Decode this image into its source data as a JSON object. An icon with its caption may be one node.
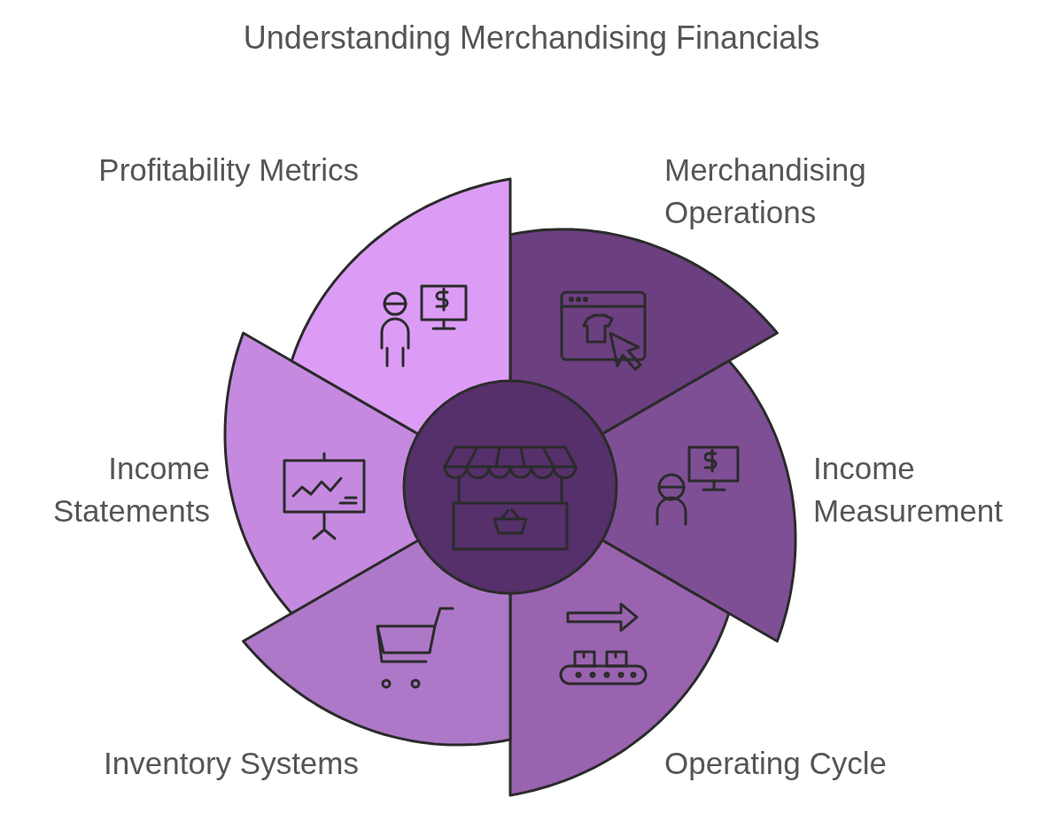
{
  "diagram": {
    "title": "Understanding Merchandising Financials",
    "nodes": [
      {
        "text": [
          "Merchandising Operations"
        ]
      },
      {
        "text": [
          "Income Measurement"
        ]
      },
      {
        "text": [
          "Operating Cycle"
        ]
      },
      {
        "text": [
          "Inventory Systems"
        ]
      },
      {
        "text": [
          "Income Statements"
        ]
      },
      {
        "text": [
          "Profitability Metrics"
        ]
      },
      {
        "text": [],
        "shape": "circle"
      }
    ]
  }
}
